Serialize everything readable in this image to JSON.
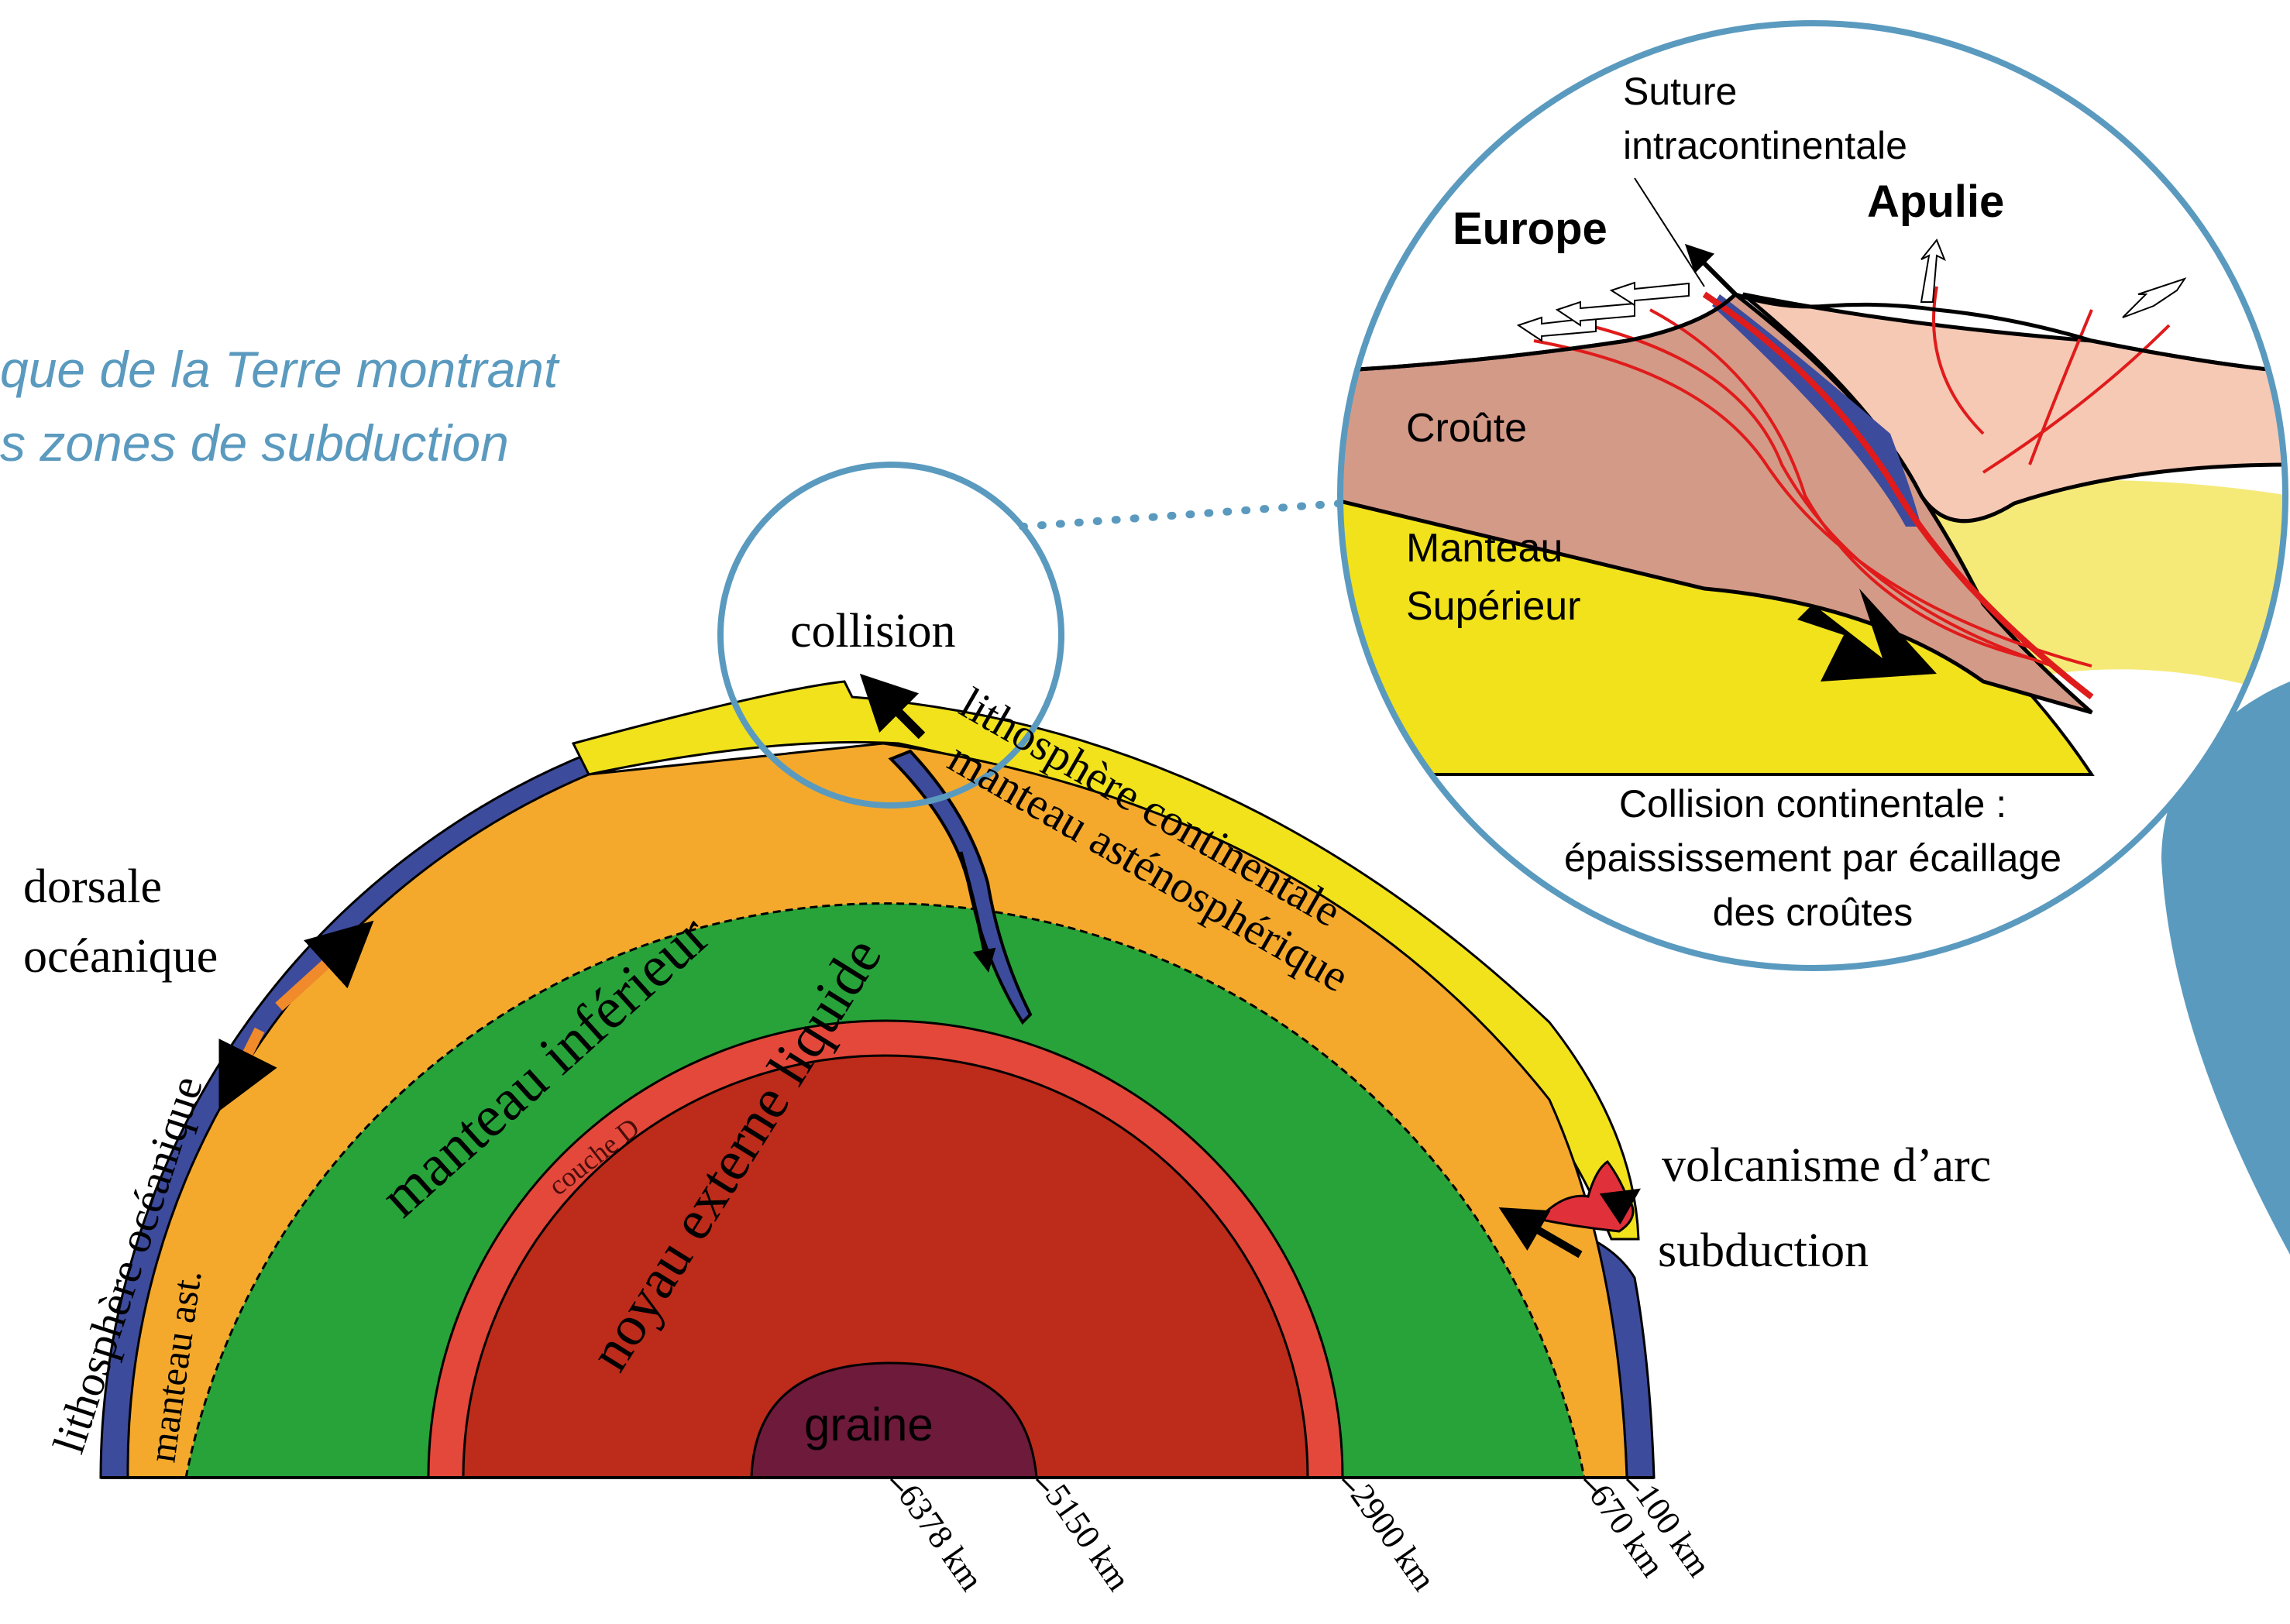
{
  "title_fragment": {
    "line1": "que de la Terre montrant",
    "line2": "s zones de subduction"
  },
  "layers": {
    "lithosphere_oceanique": "lithosphère océanique",
    "manteau_ast": "manteau ast.",
    "lithosphere_continentale": "lithosphère continentale",
    "manteau_asthenospherique": "manteau asténosphérique",
    "manteau_inferieur": "manteau inférieur",
    "couche_d": "couche D",
    "noyau_externe": "noyau externe liquide",
    "graine": "graine"
  },
  "labels": {
    "dorsale_line1": "dorsale",
    "dorsale_line2": "océanique",
    "collision": "collision",
    "volcanisme": "volcanisme d’arc",
    "subduction": "subduction"
  },
  "depth_ticks": [
    "6378 km",
    "5150 km",
    "2900 km",
    "670 km",
    "100 km"
  ],
  "inset": {
    "suture_line1": "Suture",
    "suture_line2": "intracontinentale",
    "europe": "Europe",
    "apulie": "Apulie",
    "croute": "Croûte",
    "manteau_line1": "Manteau",
    "manteau_line2": "Supérieur",
    "caption_line1": "Collision continentale :",
    "caption_line2": "épaississement par écaillage",
    "caption_line3": "des croûtes"
  },
  "colors": {
    "accent_blue": "#5b9abf",
    "oceanic_lithosphere": "#3d4b9c",
    "asthenosphere": "#f4a92d",
    "continental_lithosphere": "#f1e21c",
    "lower_mantle": "#27a33a",
    "d_layer": "#e4483a",
    "outer_core": "#bd2b1a",
    "inner_core": "#6e1a3a",
    "inset_crust": "#d49a88",
    "inset_crust_light": "#f6c9b5",
    "inset_mantle": "#f1e21c",
    "inset_mantle_light": "#f5ea78",
    "fault_red": "#e01b1b",
    "volcanic_red": "#e0303a"
  }
}
